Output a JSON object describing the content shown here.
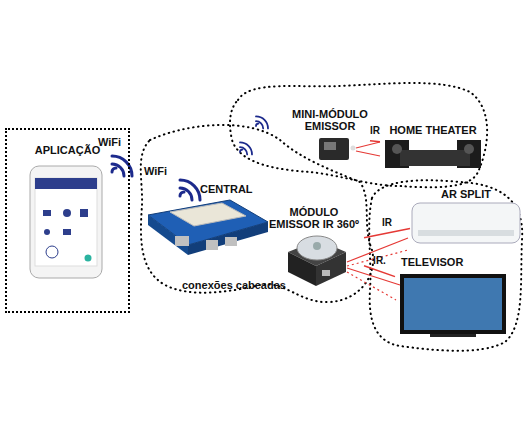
{
  "diagram": {
    "nodes": [
      {
        "text": [
          "APLICAÇÃO"
        ]
      },
      {
        "text": [
          "CENTRAL"
        ]
      },
      {
        "text": [
          "MÓDULO EMISSOR IR 360º"
        ]
      },
      {
        "text": [
          "MINI-MÓDULO EMISSOR"
        ]
      },
      {
        "text": [
          "HOME THEATER"
        ]
      },
      {
        "text": [
          "AR SPLIT"
        ]
      },
      {
        "text": [
          "TELEVISOR"
        ]
      }
    ],
    "edges": [
      {
        "from": 2,
        "to": 5,
        "label": "IR",
        "arrow": "none"
      },
      {
        "from": 2,
        "to": 6,
        "label": "IR.",
        "arrow": "none"
      },
      {
        "from": 3,
        "to": 4,
        "label": "IR",
        "arrow": "none"
      }
    ],
    "labels": [
      "WiFi",
      "WiFi",
      "conexões cabeadas"
    ]
  }
}
